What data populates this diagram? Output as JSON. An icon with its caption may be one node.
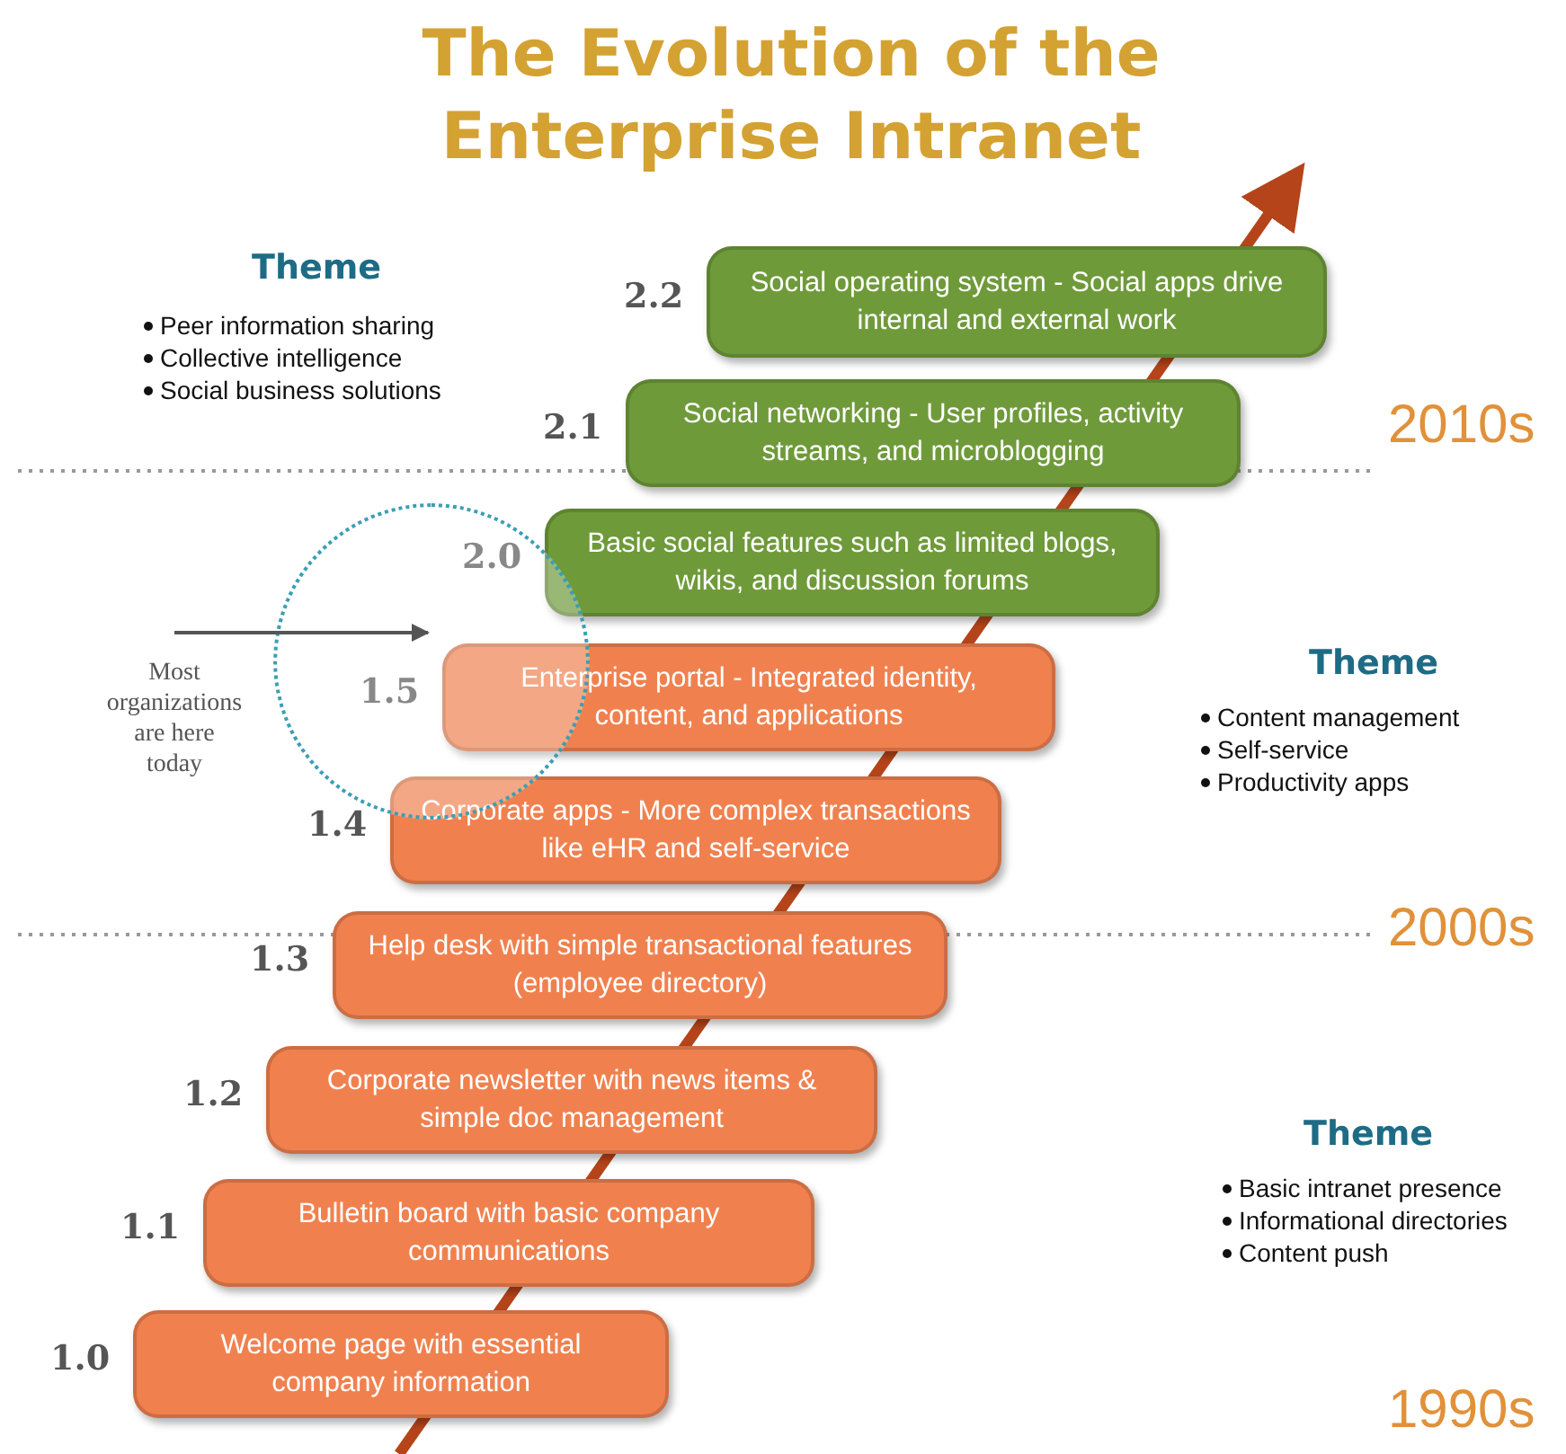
{
  "diagram": {
    "title": "The Evolution of the Enterprise Intranet",
    "nodes": [
      {
        "text": [
          "Social operating system - Social apps drive internal and external work"
        ],
        "beside": [
          "2.2"
        ]
      },
      {
        "text": [
          "Social networking - User profiles, activity streams, and microblogging"
        ],
        "beside": [
          "2.1"
        ]
      },
      {
        "text": [
          "Basic social features such as limited blogs, wikis, and discussion forums"
        ]
      },
      {
        "text": [
          "Most organizations are here today"
        ]
      },
      {
        "text": [],
        "shape": "circle"
      },
      {
        "text": [
          "Enterprise portal - Integrated identity, content, and applications"
        ]
      },
      {
        "text": [
          "Corporate apps - More complex transactions like eHR and self-service"
        ]
      },
      {
        "text": [
          "Help desk with simple transactional features (employee directory)"
        ],
        "beside": [
          "1.3"
        ]
      },
      {
        "text": [
          "Corporate newsletter with news items & simple doc management"
        ],
        "beside": [
          "1.2"
        ]
      },
      {
        "text": [
          "Bulletin board with basic company communications"
        ],
        "beside": [
          "1.1"
        ]
      },
      {
        "text": [
          "Welcome page with essential company information"
        ],
        "beside": [
          "1.0"
        ]
      }
    ],
    "edges": [
      {
        "from": 3,
        "to": 4,
        "arrow": "to"
      }
    ],
    "labels": [
      "Theme",
      "Peer information sharing",
      "Collective intelligence",
      "Social business solutions",
      "2010s",
      "2.0",
      "Theme",
      "1.5",
      "Content management",
      "Self-service",
      "Productivity apps",
      "1.4",
      "2000s",
      "Theme",
      "Basic intranet presence",
      "Informational directories",
      "Content push",
      "1990s"
    ]
  }
}
